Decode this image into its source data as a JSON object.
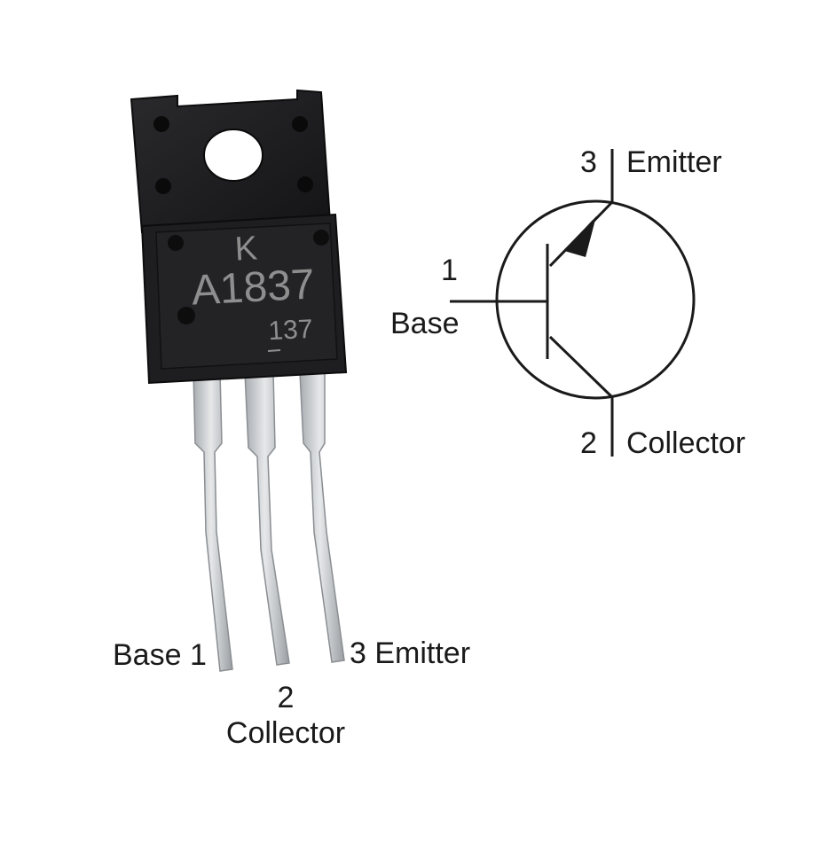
{
  "component": {
    "brand_mark": "K",
    "part_number": "A1837",
    "lot_code": "137",
    "colors": {
      "body": "#1c1c1e",
      "body_edge": "#0c0c0d",
      "marking": "#8a8a8a",
      "lead": "#d4d6d8",
      "lead_shadow": "#9fa3a7"
    }
  },
  "photo_labels": {
    "base": "Base 1",
    "collector_number": "2",
    "collector": "Collector",
    "emitter": "3 Emitter"
  },
  "symbol": {
    "type": "PNP transistor",
    "emitter_number": "3",
    "emitter_label": "Emitter",
    "base_number": "1",
    "base_label": "Base",
    "collector_number": "2",
    "collector_label": "Collector",
    "line_color": "#1a1a1a"
  }
}
